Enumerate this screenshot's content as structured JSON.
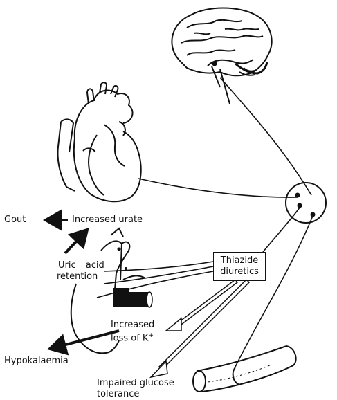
{
  "labels": {
    "gout": "Gout",
    "increased_urate": "Increased urate",
    "uric_acid": "Uric acid",
    "retention": "retention",
    "thiazide": "Thiazide",
    "diuretics": "diuretics",
    "increased": "Increased",
    "loss_of_k": "loss of K",
    "k_charge": "+",
    "hypokalaemia": "Hypokalaemia",
    "impaired_glucose": "Impaired glucose",
    "tolerance": "tolerance"
  }
}
